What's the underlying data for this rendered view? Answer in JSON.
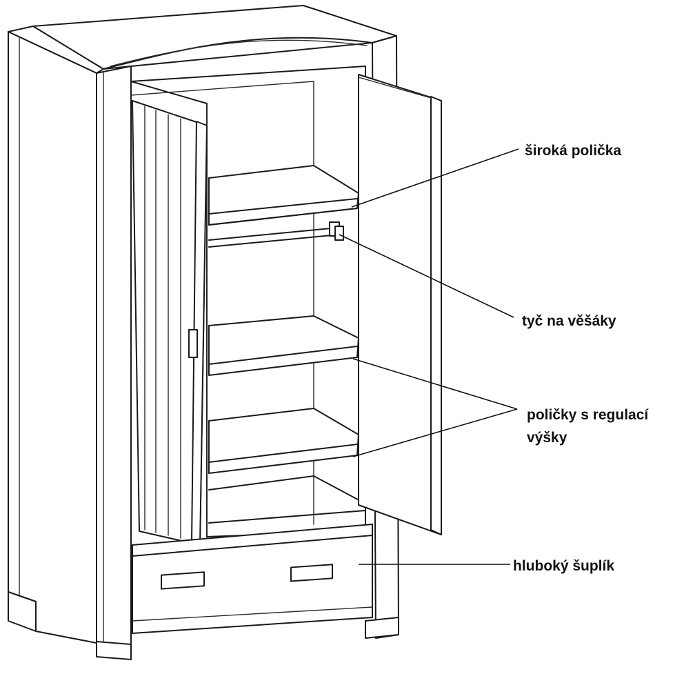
{
  "labels": {
    "wide_shelf": "široká polička",
    "hanging_rod": "tyč na věšáky",
    "adjustable_shelves_line1": "poličky s regulací",
    "adjustable_shelves_line2": "výšky",
    "deep_drawer": "hluboký šuplík"
  }
}
